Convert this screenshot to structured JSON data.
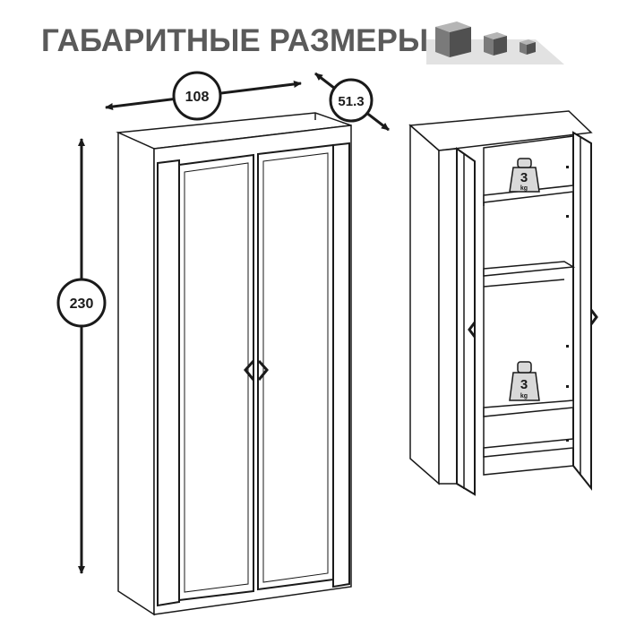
{
  "title": "ГАБАРИТНЫЕ РАЗМЕРЫ",
  "dimensions": {
    "width": "108",
    "depth": "51.3",
    "height": "230"
  },
  "weights": {
    "top_value": "3",
    "top_unit": "kg",
    "bottom_value": "3",
    "bottom_unit": "kg"
  },
  "colors": {
    "title": "#5a5a5a",
    "line": "#1a1a1a",
    "frame_fill": "#555555",
    "cube_light": "#c8c8c8",
    "cube_mid": "#8a8a8a",
    "cube_dark": "#555555",
    "weight_fill": "#d9d9d9"
  },
  "icons": {
    "title_decoration": "cubes-icon",
    "handle": "diamond-handle-icon",
    "shelf_weight": "weight-icon"
  }
}
